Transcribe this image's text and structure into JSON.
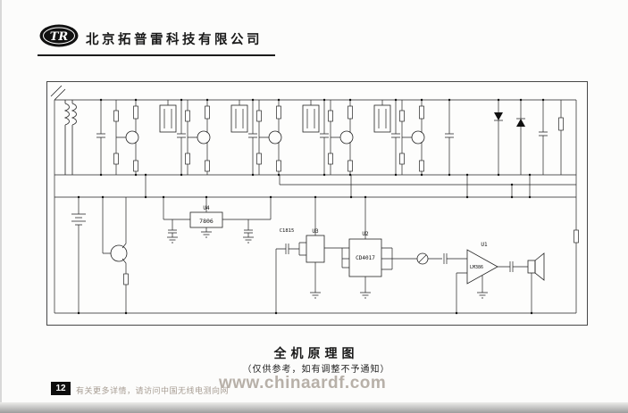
{
  "header": {
    "logo_text": "TR",
    "company_name": "北京拓普雷科技有限公司"
  },
  "schematic": {
    "u4": {
      "ref": "U4",
      "part": "7806"
    },
    "q": {
      "part": "C1815"
    },
    "u3": {
      "ref": "U3"
    },
    "u2": {
      "ref": "U2",
      "part": "CD4017"
    },
    "u1": {
      "ref": "U1",
      "part": "LM386"
    }
  },
  "caption": {
    "title": "全机原理图",
    "note": "（仅供参考，如有调整不予通知）"
  },
  "footer": {
    "page_number": "12",
    "text": "有关更多详情，请访问中国无线电测向网",
    "watermark": "www.chinaardf.com"
  }
}
